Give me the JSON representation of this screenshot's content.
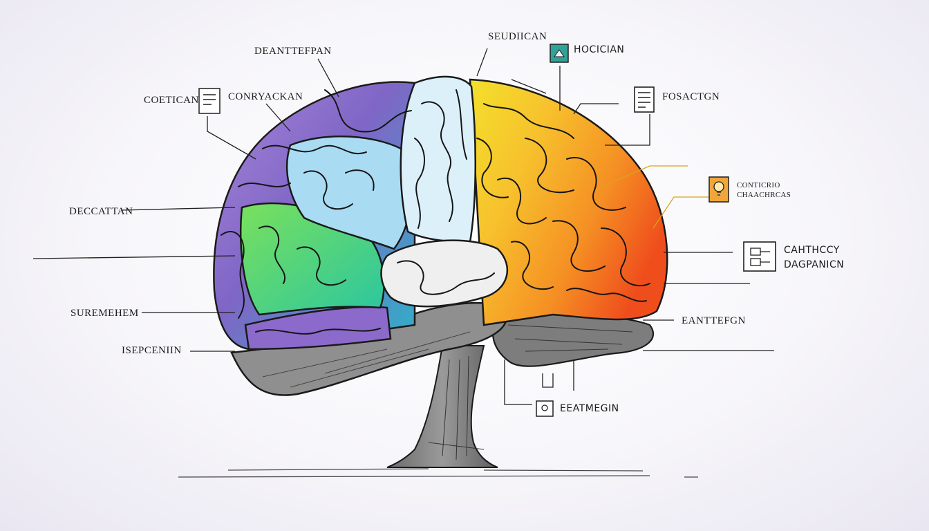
{
  "labels": {
    "top_left": "DEANTTEFPAN",
    "top_center": "SEUDIICAN",
    "top_right_icon": "HOCICIAN",
    "left_upper": "COETICAN",
    "left_upper_2": "CONRYACKAN",
    "right_upper": "FOSACTGN",
    "right_mid_1": "CONTICRIO",
    "right_mid_2": "CHAACHRCAS",
    "left_mid": "DECCATTAN",
    "right_mid_3a": "CAHTHCCY",
    "right_mid_3b": "DAGPANICN",
    "left_lower": "SUREMEHEM",
    "right_lower": "EANTTEFGN",
    "left_bottom": "ISEPCENIIN",
    "bottom_center": "EEATMEGIN"
  },
  "colors": {
    "purple": "#8e6cc8",
    "light_blue": "#9fdaf1",
    "pale_blue": "#d8eef8",
    "green": "#5fd84a",
    "teal": "#2fb9c7",
    "yellow": "#f5dd2a",
    "orange": "#f59a26",
    "red_orange": "#f05a1d",
    "gray": "#8c8c8c",
    "icon_teal": "#2fa39a",
    "icon_orange": "#f0a63a"
  }
}
